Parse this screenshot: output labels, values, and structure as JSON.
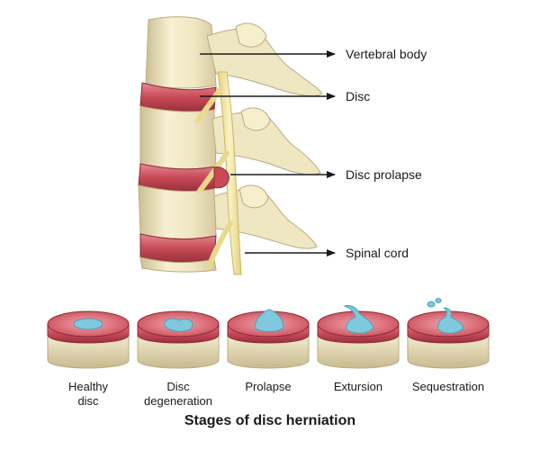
{
  "spine_labels": {
    "vertebral_body": "Vertebral body",
    "disc": "Disc",
    "disc_prolapse": "Disc prolapse",
    "spinal_cord": "Spinal cord"
  },
  "stages": [
    {
      "label": "Healthy\ndisc"
    },
    {
      "label": "Disc\ndegeneration"
    },
    {
      "label": "Prolapse"
    },
    {
      "label": "Extursion"
    },
    {
      "label": "Sequestration"
    }
  ],
  "title": "Stages of disc herniation",
  "colors": {
    "bone": "#efe7c4",
    "bone_shadow": "#cfc29a",
    "disc_red": "#c84a57",
    "disc_dark": "#98303d",
    "nucleus_blue": "#7fc8de",
    "cord_yellow": "#f1e4a0",
    "arrow": "#1a1a1a"
  }
}
